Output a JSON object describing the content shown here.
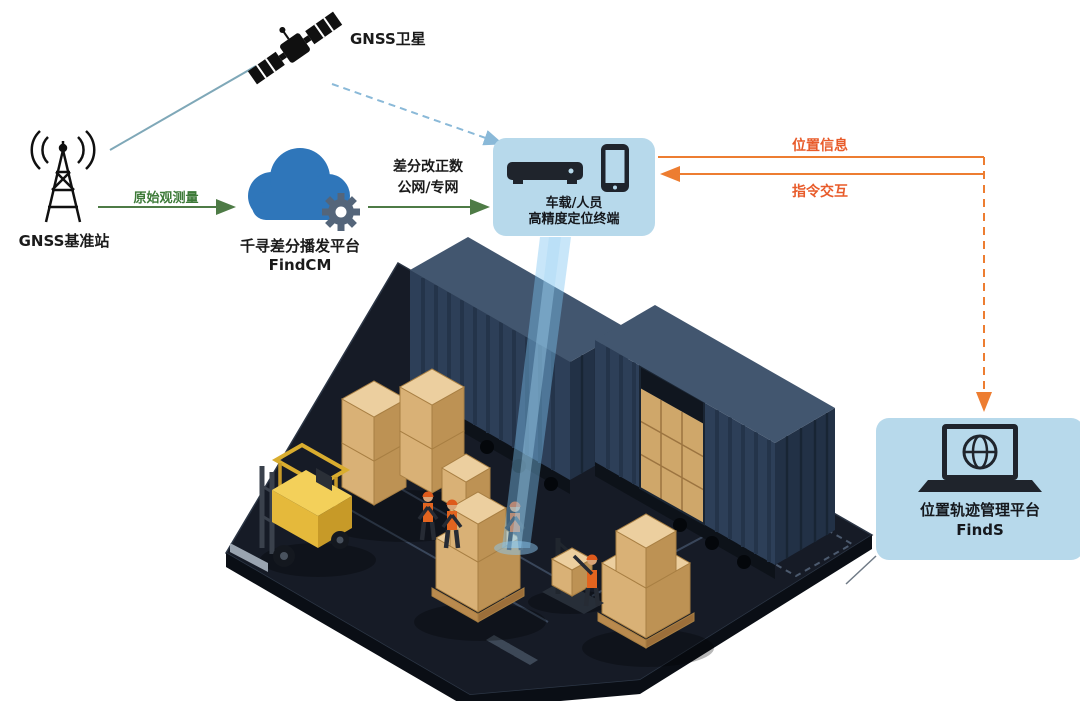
{
  "nodes": {
    "satellite": {
      "label": "GNSS卫星"
    },
    "base_station": {
      "label": "GNSS基准站"
    },
    "cloud_platform": {
      "title": "千寻差分播发平台",
      "subtitle": "FindCM"
    },
    "terminal": {
      "line1": "车载/人员",
      "line2": "高精度定位终端"
    },
    "management_platform": {
      "title": "位置轨迹管理平台",
      "subtitle": "FindS"
    }
  },
  "links": {
    "raw_observation": {
      "label": "原始观测量"
    },
    "differential_correction": {
      "line1": "差分改正数",
      "line2": "公网/专网"
    },
    "position_info": {
      "label": "位置信息"
    },
    "command_interaction": {
      "label": "指令交互"
    }
  },
  "colors": {
    "panel_blue": "#b7d9eb",
    "cloud_blue": "#2f76ba",
    "arrow_green": "#4e7b46",
    "label_green": "#3d7a38",
    "arrow_orange": "#ed7d31",
    "label_orange": "#e85b2a",
    "satellite_link_blue": "#8ab9d8",
    "platform_dark": "#161b26",
    "container_slate": "#2d3f58",
    "carton_tan": "#d9b176",
    "forklift_yellow": "#e5b93b",
    "beam_blue": "#7dc3f0"
  }
}
